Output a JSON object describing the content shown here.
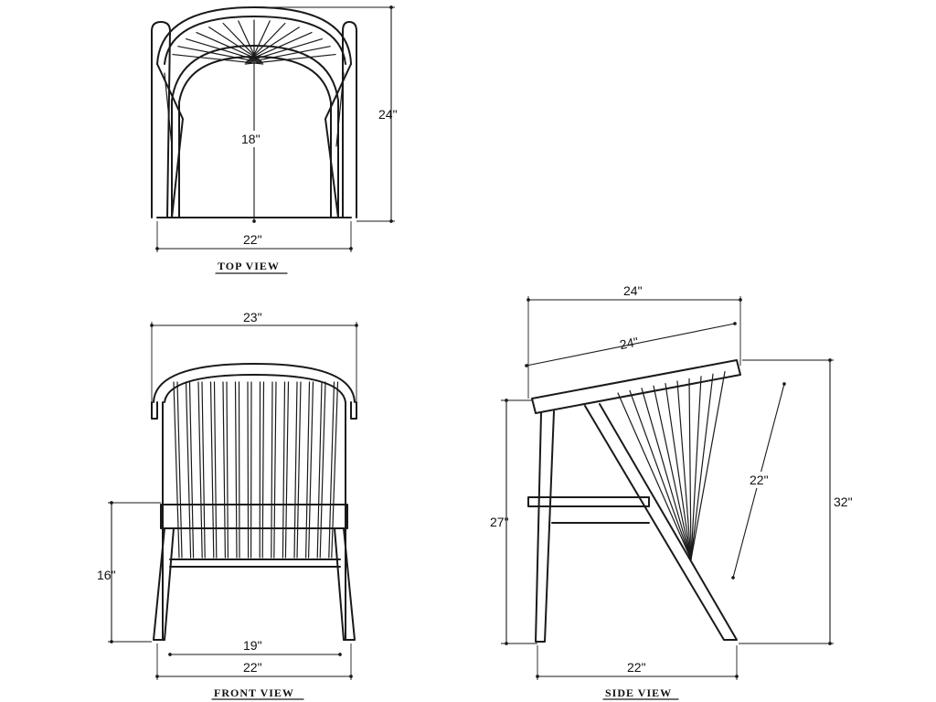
{
  "views": {
    "top": {
      "label": "TOP VIEW",
      "dims": {
        "depth_total": "24\"",
        "seat_depth": "18\"",
        "width": "22\""
      }
    },
    "front": {
      "label": "FRONT VIEW",
      "dims": {
        "overall_width": "23\"",
        "seat_height": "16\"",
        "inner_width": "19\"",
        "base_width": "22\""
      }
    },
    "side": {
      "label": "SIDE VIEW",
      "dims": {
        "overall_depth": "24\"",
        "arm_length": "24\"",
        "back_height": "22\"",
        "arm_height": "27\"",
        "overall_height": "32\"",
        "base_depth": "22\""
      }
    }
  }
}
